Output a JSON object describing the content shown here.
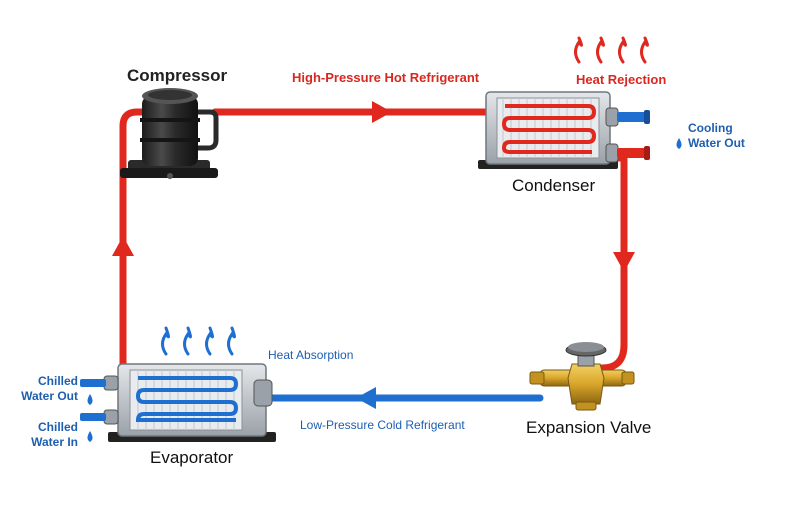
{
  "components": {
    "compressor": "Compressor",
    "condenser": "Condenser",
    "expansion_valve": "Expansion Valve",
    "evaporator": "Evaporator"
  },
  "flows": {
    "high_pressure": "High-Pressure Hot Refrigerant",
    "low_pressure": "Low-Pressure Cold Refrigerant",
    "heat_rejection": "Heat Rejection",
    "heat_absorption": "Heat Absorption"
  },
  "water": {
    "cooling_out_line1": "Cooling",
    "cooling_out_line2": "Water Out",
    "chilled_out_line1": "Chilled",
    "chilled_out_line2": "Water Out",
    "chilled_in_line1": "Chilled",
    "chilled_in_line2": "Water In"
  },
  "colors": {
    "hot": "#e0281e",
    "cold": "#1f6fd1",
    "metal_dark": "#3a3a3a",
    "metal_light": "#c9ced4",
    "brass": "#d9a62a"
  }
}
